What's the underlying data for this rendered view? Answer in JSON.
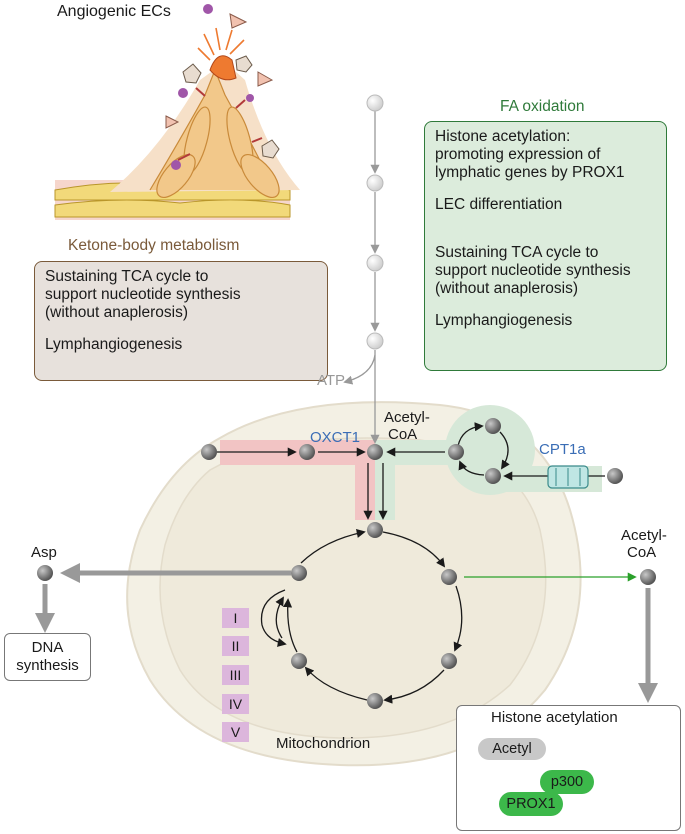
{
  "title": "Angiogenic ECs",
  "ketone": {
    "heading": "Ketone-body metabolism",
    "line1": "Sustaining TCA cycle to",
    "line2": "support nucleotide synthesis",
    "line3": "(without anaplerosis)",
    "line4": "Lymphangiogenesis"
  },
  "fa": {
    "heading": "FA oxidation",
    "line1": "Histone acetylation:",
    "line2": "promoting expression of",
    "line3": "lymphatic genes by PROX1",
    "line4": "LEC differentiation",
    "line5": "Sustaining TCA cycle to",
    "line6": "support nucleotide synthesis",
    "line7": "(without anaplerosis)",
    "line8": "Lymphangiogenesis"
  },
  "labels": {
    "atp": "ATP",
    "acetyl_coa_1": "Acetyl-",
    "acetyl_coa_2": "CoA",
    "oxct1": "OXCT1",
    "cpt1a": "CPT1a",
    "asp": "Asp",
    "dna_1": "DNA",
    "dna_2": "synthesis",
    "acetyl_coa_right_1": "Acetyl-",
    "acetyl_coa_right_2": "CoA",
    "mitochondrion": "Mitochondrion",
    "histone_acetylation": "Histone acetylation",
    "acetyl": "Acetyl",
    "p300": "p300",
    "prox1": "PROX1"
  },
  "complexes": [
    "I",
    "II",
    "III",
    "IV",
    "V"
  ],
  "colors": {
    "ketone_fill": "#e7e1dc",
    "ketone_border": "#7a5a3a",
    "fa_fill": "#dcecdc",
    "fa_border": "#2f7a3a",
    "fa_heading": "#2f7a3a",
    "enzyme_text": "#3a6db5",
    "oxct1_band": "#f2c4c4",
    "cpt1a_band": "#d6e8d8",
    "complex_fill": "#dcb6dc",
    "prox1_green": "#3cb84a",
    "green_arrow": "#2aa02a"
  }
}
